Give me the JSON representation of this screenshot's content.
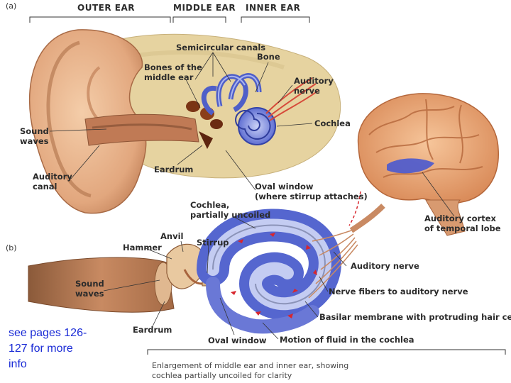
{
  "panel_labels": {
    "a": "(a)",
    "b": "(b)"
  },
  "section_headers": {
    "outer_ear": "OUTER EAR",
    "middle_ear": "MIDDLE EAR",
    "inner_ear": "INNER EAR"
  },
  "labels_a": {
    "semicircular_canals": "Semicircular canals",
    "bone": "Bone",
    "bones_middle_ear": "Bones of the\nmiddle ear",
    "auditory_nerve": "Auditory\nnerve",
    "sound_waves": "Sound\nwaves",
    "cochlea": "Cochlea",
    "auditory_canal": "Auditory\ncanal",
    "eardrum": "Eardrum",
    "oval_window": "Oval window\n(where stirrup attaches)"
  },
  "labels_brain": {
    "auditory_cortex": "Auditory cortex\nof temporal lobe"
  },
  "labels_b": {
    "cochlea_uncoiled": "Cochlea,\npartially uncoiled",
    "anvil": "Anvil",
    "hammer": "Hammer",
    "stirrup": "Stirrup",
    "auditory_nerve": "Auditory nerve",
    "sound_waves": "Sound\nwaves",
    "nerve_fibers": "Nerve fibers to auditory nerve",
    "basilar_membrane": "Basilar membrane with protruding hair cells",
    "eardrum": "Eardrum",
    "oval_window": "Oval window",
    "motion_fluid": "Motion of fluid in the cochlea"
  },
  "caption": "Enlargement of middle ear and inner ear, showing\ncochlea partially uncoiled for clarity",
  "note": "see pages 126-\n127 for more\ninfo",
  "colors": {
    "skin": "#e7b58f",
    "skin_dark": "#c98a63",
    "bone": "#e8d6a2",
    "cochlea": "#5a6bd4",
    "cochlea_light": "#b9c2f0",
    "brain": "#e9a273",
    "brain_dark": "#c9774a",
    "nerve_red": "#d7262e",
    "note_blue": "#1a2bd6"
  }
}
